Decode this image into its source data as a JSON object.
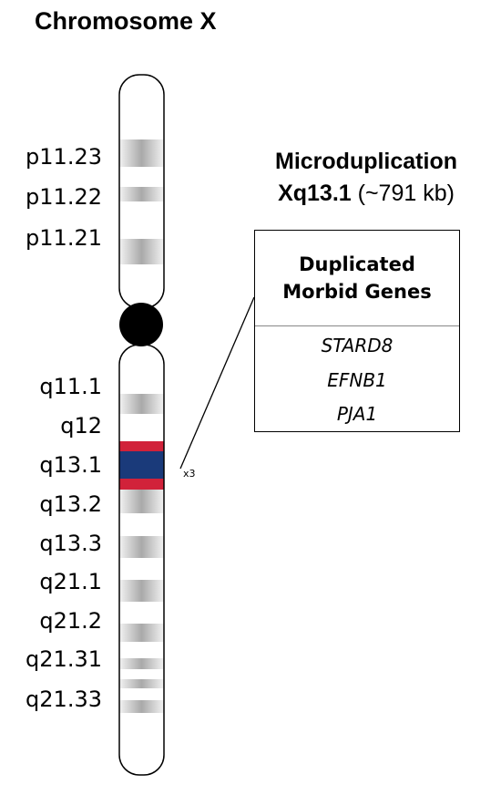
{
  "title": "Chromosome X",
  "bands_p": [
    "p11.23",
    "p11.22",
    "p11.21"
  ],
  "bands_q": [
    "q11.1",
    "q12",
    "q13.1",
    "q13.2",
    "q13.3",
    "q21.1",
    "q21.2",
    "q21.31",
    "q21.33"
  ],
  "duplication": {
    "line1": "Microduplication",
    "line2_bold": "Xq13.1",
    "line2_rest": " (~791 kb)",
    "table_header_1": "Duplicated",
    "table_header_2": "Morbid Genes",
    "genes": [
      "STARD8",
      "EFNB1",
      "PJA1"
    ],
    "copy_number": "x3"
  },
  "colors": {
    "duplication_fill": "#1a3a7a",
    "duplication_border": "#d1223a",
    "centromere": "#000000",
    "band_gray": "#b0b0b0"
  }
}
